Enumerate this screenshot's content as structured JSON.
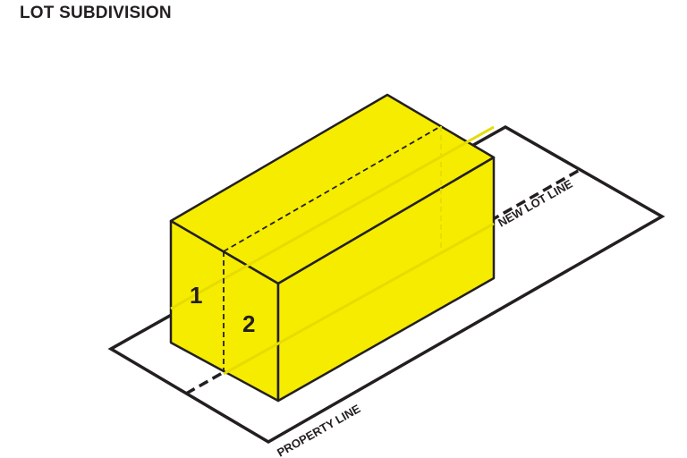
{
  "title": "LOT SUBDIVISION",
  "labels": {
    "new_lot_line": "NEW LOT LINE",
    "property_line": "PROPERTY LINE",
    "lot_1": "1",
    "lot_2": "2"
  },
  "colors": {
    "building": "#f5ec00",
    "line": "#231f20",
    "background": "#ffffff"
  }
}
